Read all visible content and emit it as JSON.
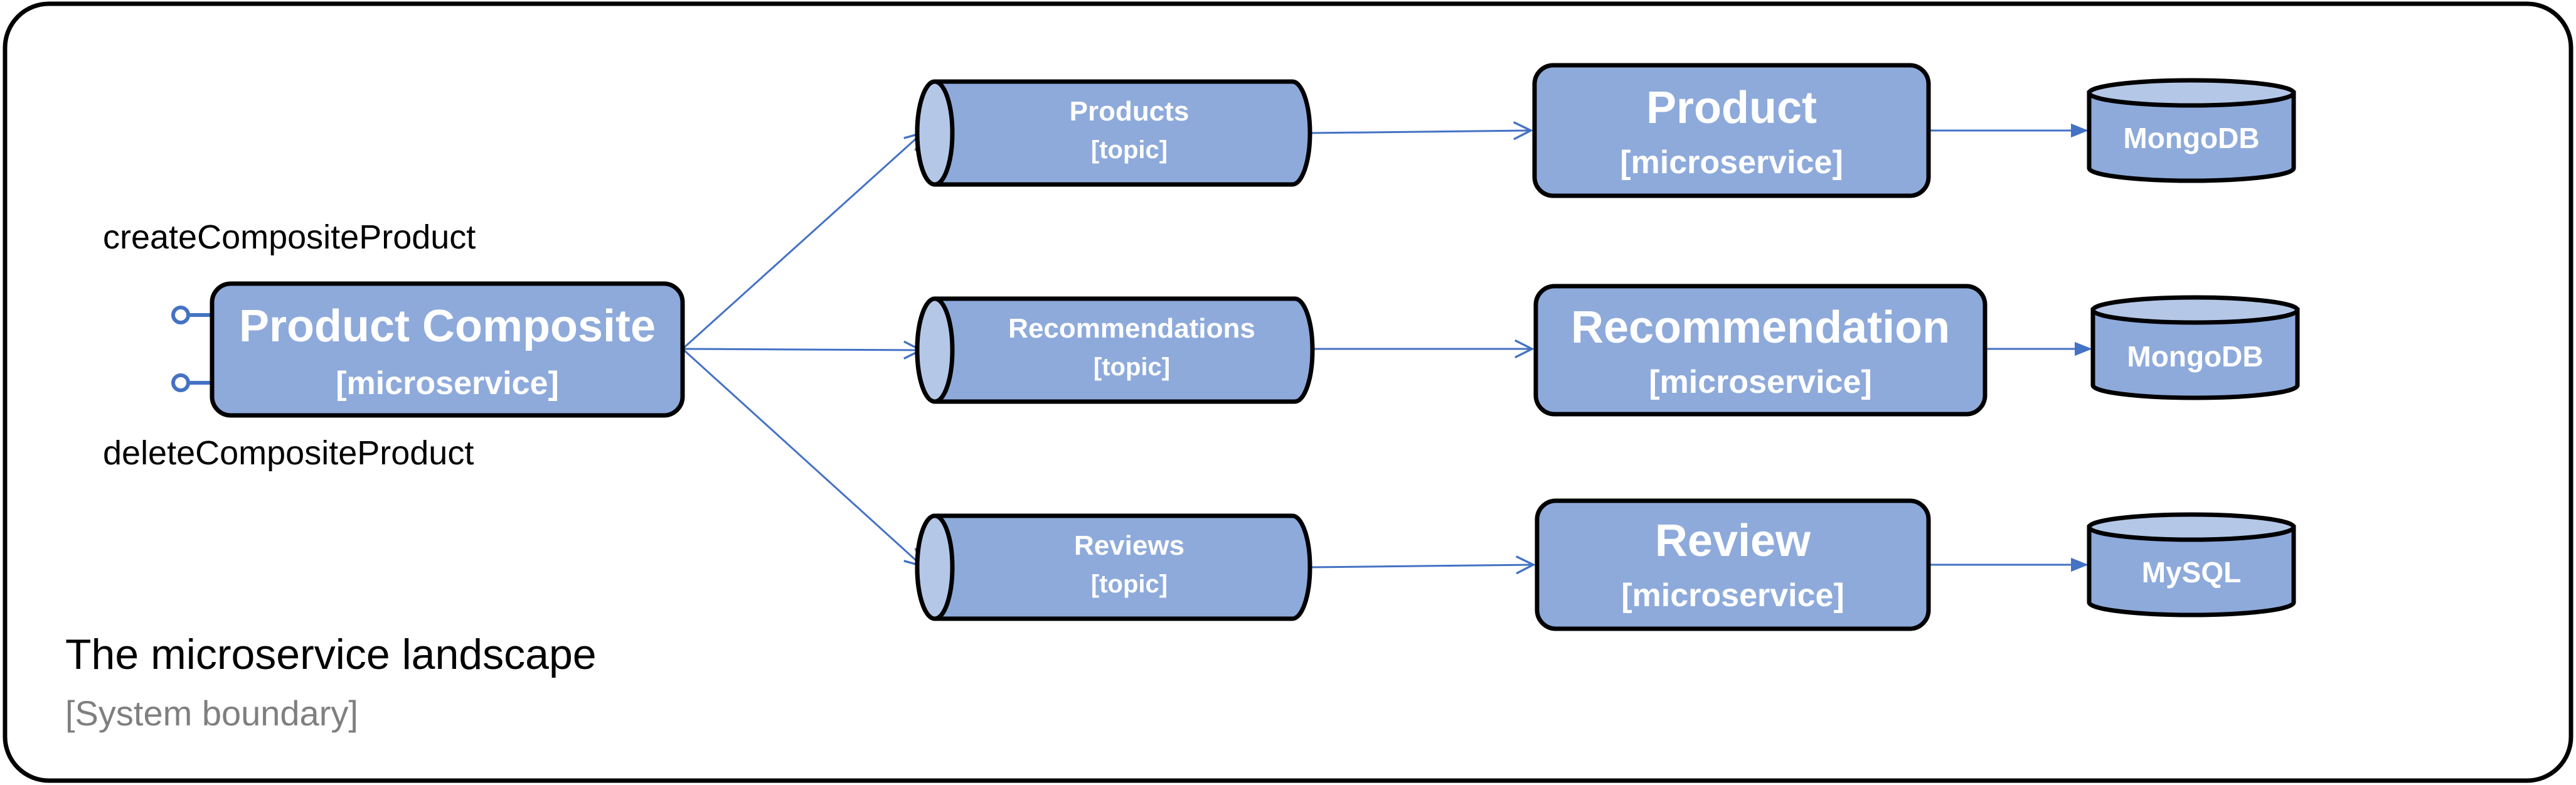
{
  "boundary": {
    "title": "The microservice landscape",
    "subtitle": "[System boundary]"
  },
  "composite": {
    "name": "Product Composite",
    "kind": "[microservice]",
    "operations": [
      "createCompositeProduct",
      "deleteCompositeProduct"
    ]
  },
  "topics": [
    {
      "name": "Products",
      "kind": "[topic]"
    },
    {
      "name": "Recommendations",
      "kind": "[topic]"
    },
    {
      "name": "Reviews",
      "kind": "[topic]"
    }
  ],
  "services": [
    {
      "name": "Product",
      "kind": "[microservice]"
    },
    {
      "name": "Recommendation",
      "kind": "[microservice]"
    },
    {
      "name": "Review",
      "kind": "[microservice]"
    }
  ],
  "databases": [
    {
      "name": "MongoDB"
    },
    {
      "name": "MongoDB"
    },
    {
      "name": "MySQL"
    }
  ],
  "colors": {
    "node_fill": "#8eaadb",
    "node_end": "#b4c7e7",
    "edge": "#4472c4",
    "boundary_stroke": "#000000",
    "subtitle": "#7f7f7f"
  }
}
